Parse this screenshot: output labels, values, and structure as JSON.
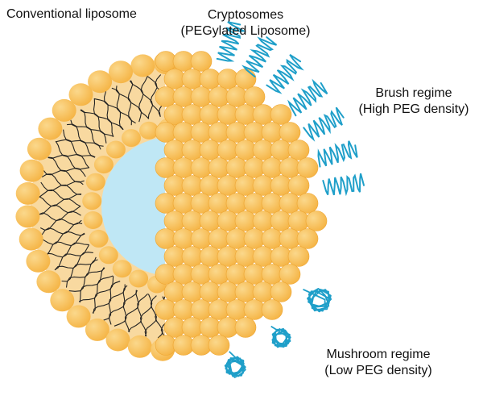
{
  "labels": {
    "conventional": "Conventional liposome",
    "cryptosomes_line1": "Cryptosomes",
    "cryptosomes_line2": "(PEGylated Liposome)",
    "brush_line1": "Brush regime",
    "brush_line2": "(High PEG density)",
    "mushroom_line1": "Mushroom regime",
    "mushroom_line2": "(Low PEG density)"
  },
  "colors": {
    "lipid_head": "#f5b445",
    "lipid_head_highlight": "#fbd88c",
    "bilayer_fill": "#f8d9a0",
    "aqueous_core": "#bfe7f5",
    "lipid_tail": "#222222",
    "peg_chain": "#1f9fc9"
  }
}
